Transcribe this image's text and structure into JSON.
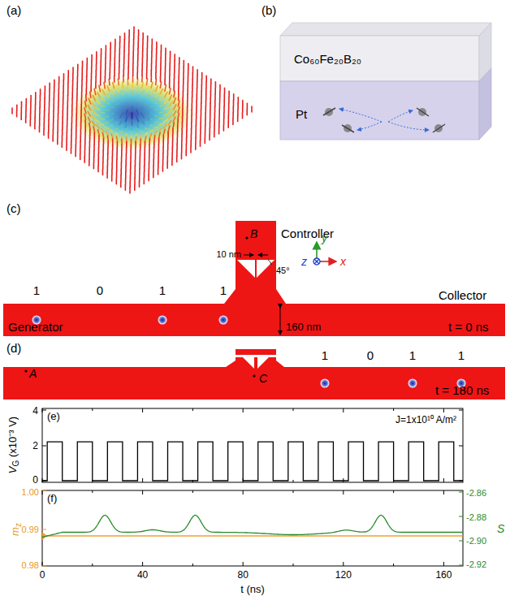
{
  "diagram": {
    "labels": [
      "(a)",
      "(b)",
      "Co₆₀Fe₂₀B₂₀",
      "Pt",
      "(c)",
      "B",
      "Controller",
      "10 nm",
      "45°",
      "1",
      "0",
      "1",
      "1",
      "y",
      "z",
      "x",
      "Collector",
      "Generator",
      "160 nm",
      "t = 0 ns",
      "(d)",
      "A",
      "C",
      "1",
      "0",
      "1",
      "1",
      "t = 180 ns",
      "(e)",
      "4",
      "2",
      "0",
      "V",
      "G",
      "(x10⁻³ V)",
      "J=1x10¹⁰ A/m²",
      "(f)",
      "1.00",
      "0.99",
      "0.98",
      "m",
      "z",
      "-2.86",
      "-2.88",
      "-2.90",
      "-2.92",
      "S",
      "0",
      "40",
      "80",
      "120",
      "160",
      "t (ns)"
    ]
  }
}
